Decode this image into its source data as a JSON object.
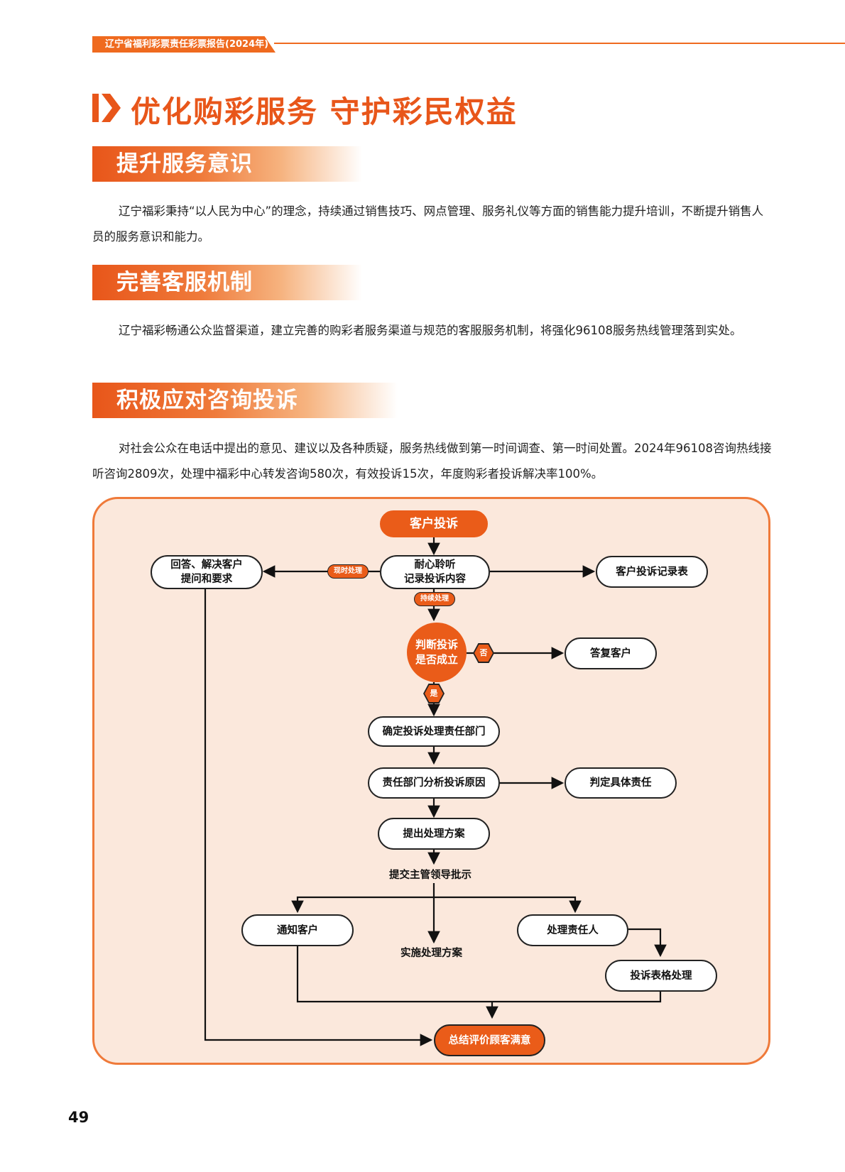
{
  "header": {
    "report_title": "辽宁省福利彩票责任彩票报告(2024年)"
  },
  "page_title": "优化购彩服务 守护彩民权益",
  "sections": [
    {
      "heading": "提升服务意识",
      "text": "辽宁福彩秉持“以人民为中心”的理念，持续通过销售技巧、网点管理、服务礼仪等方面的销售能力提升培训，不断提升销售人员的服务意识和能力。"
    },
    {
      "heading": "完善客服机制",
      "text": "辽宁福彩畅通公众监督渠道，建立完善的购彩者服务渠道与规范的客服服务机制，将强化96108服务热线管理落到实处。"
    },
    {
      "heading": "积极应对咨询投诉",
      "text": "对社会公众在电话中提出的意见、建议以及各种质疑，服务热线做到第一时间调查、第一时间处置。2024年96108咨询热线接听咨询2809次，处理中福彩中心转发咨询580次，有效投诉15次，年度购彩者投诉解决率100%。"
    }
  ],
  "flowchart": {
    "start": "客户投诉",
    "listen": "耐心聆听\n记录投诉内容",
    "answer": "回答、解决客户\n提问和要求",
    "record_table": "客户投诉记录表",
    "tag_immediate": "现时处理",
    "tag_ongoing": "持续处理",
    "decision": "判断投诉\n是否成立",
    "no": "否",
    "yes": "是",
    "reply": "答复客户",
    "determine_dept": "确定投诉处理责任部门",
    "analyze": "责任部门分析投诉原因",
    "responsibility": "判定具体责任",
    "propose": "提出处理方案",
    "submit": "提交主管领导批示",
    "notify": "通知客户",
    "implement": "实施处理方案",
    "handle_person": "处理责任人",
    "form_processing": "投诉表格处理",
    "summary": "总结评价顾客满意"
  },
  "page_number": "49",
  "colors": {
    "accent": "#ea5c19",
    "panel_bg": "#fbe8dc",
    "panel_border": "#ef7a3a"
  }
}
